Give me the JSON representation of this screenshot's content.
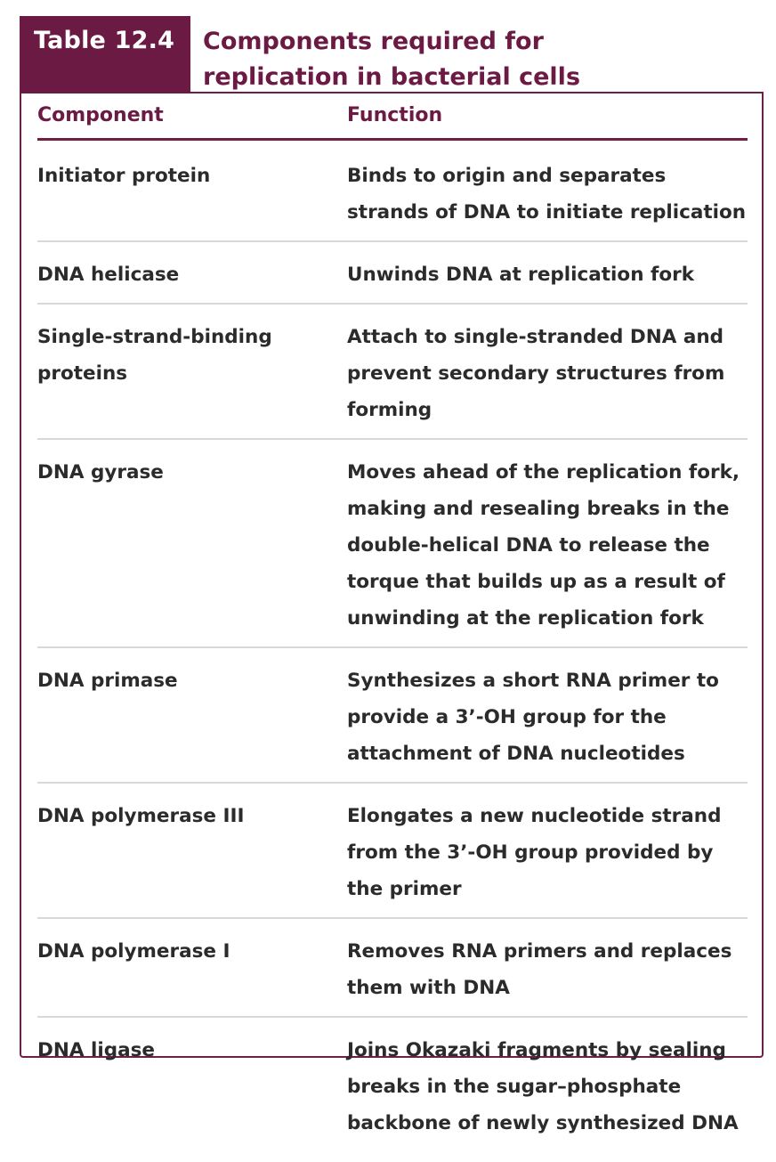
{
  "table": {
    "label": "Table 12.4",
    "title_line1": "Components required for",
    "title_line2": "replication in bacterial cells",
    "headers": {
      "component": "Component",
      "function": "Function"
    },
    "rows": [
      {
        "component_lines": [
          "Initiator protein"
        ],
        "function_lines": [
          "Binds to origin and separates",
          "strands of DNA to initiate replication"
        ]
      },
      {
        "component_lines": [
          "DNA helicase"
        ],
        "function_lines": [
          "Unwinds DNA at replication fork"
        ]
      },
      {
        "component_lines": [
          "Single-strand-binding",
          "proteins"
        ],
        "function_lines": [
          "Attach to single-stranded DNA and",
          "prevent secondary structures from",
          "forming"
        ]
      },
      {
        "component_lines": [
          "DNA gyrase"
        ],
        "function_lines": [
          "Moves ahead of the replication fork,",
          "making and resealing breaks in the",
          "double-helical DNA to release the",
          "torque that builds up as a result of",
          "unwinding at the replication fork"
        ]
      },
      {
        "component_lines": [
          "DNA primase"
        ],
        "function_lines": [
          "Synthesizes a short RNA primer to",
          "provide a 3’-OH group for the",
          "attachment of DNA nucleotides"
        ]
      },
      {
        "component_lines": [
          "DNA polymerase III"
        ],
        "function_lines": [
          "Elongates a new nucleotide strand",
          "from the 3’-OH group provided by",
          "the primer"
        ]
      },
      {
        "component_lines": [
          "DNA polymerase I"
        ],
        "function_lines": [
          "Removes RNA primers and replaces",
          "them with DNA"
        ]
      },
      {
        "component_lines": [
          "DNA ligase"
        ],
        "function_lines": [
          "Joins Okazaki fragments by sealing",
          "breaks in the sugar–phosphate",
          "backbone of newly synthesized DNA"
        ]
      }
    ]
  }
}
